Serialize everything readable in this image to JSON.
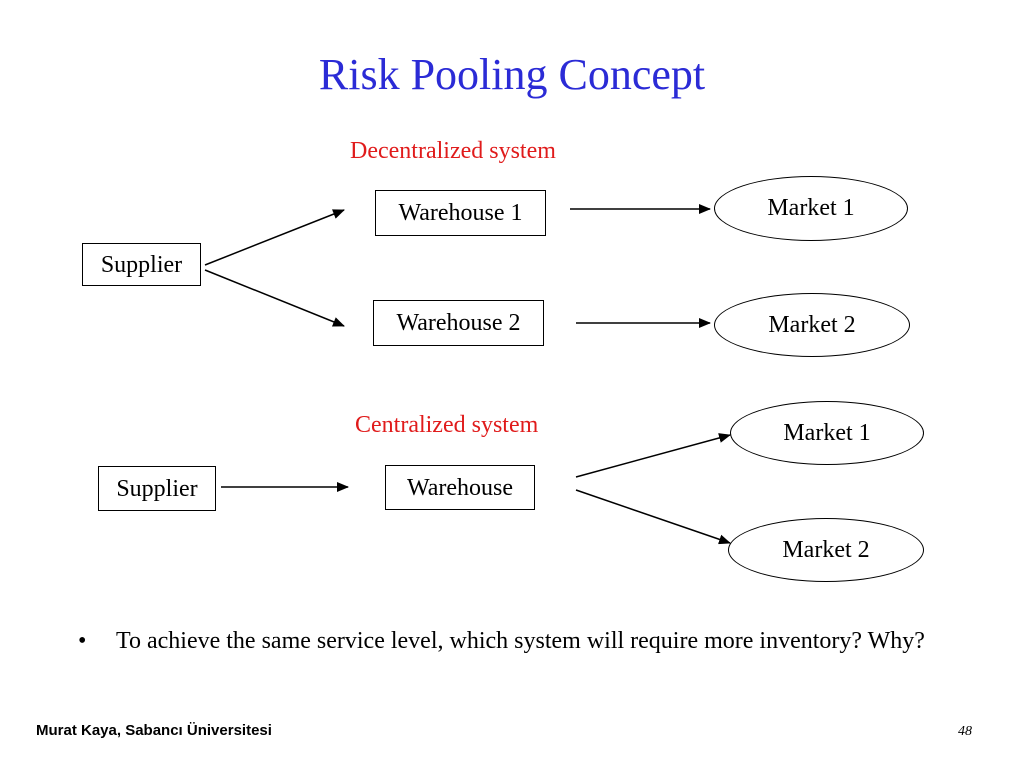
{
  "slide": {
    "title": "Risk Pooling Concept",
    "page_number": "48",
    "footer": "Murat Kaya, Sabancı Üniversitesi"
  },
  "decentralized": {
    "heading": "Decentralized system",
    "supplier": "Supplier",
    "warehouse_1": "Warehouse 1",
    "warehouse_2": "Warehouse 2",
    "market_1": "Market 1",
    "market_2": "Market 2"
  },
  "centralized": {
    "heading": "Centralized system",
    "supplier": "Supplier",
    "warehouse": "Warehouse",
    "market_1": "Market 1",
    "market_2": "Market 2"
  },
  "bullets": [
    {
      "marker": "•",
      "text": "To achieve the same service level, which system will require more inventory?  Why?"
    }
  ],
  "colors": {
    "title": "#2b2bd6",
    "heading": "#e01b1b"
  }
}
